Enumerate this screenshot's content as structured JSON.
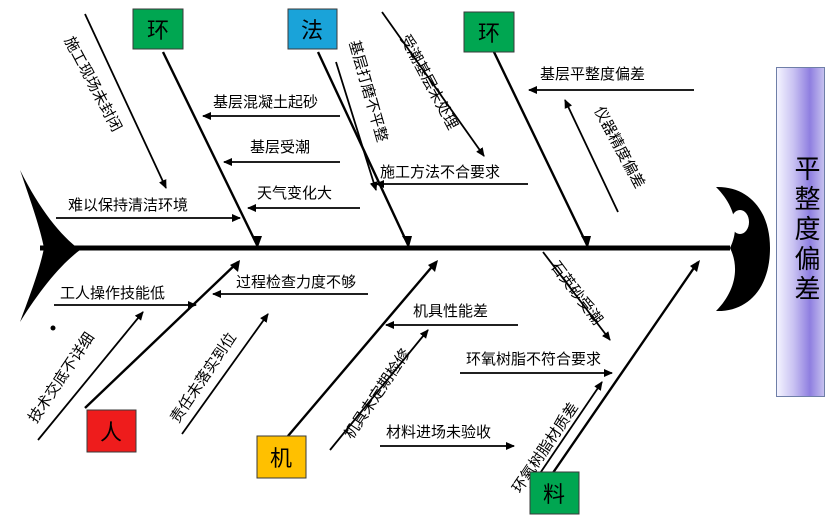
{
  "categories": {
    "env1": {
      "label": "环",
      "color": "#00a651"
    },
    "method": {
      "label": "法",
      "color": "#1aa3d9"
    },
    "env2": {
      "label": "环",
      "color": "#00a651"
    },
    "man": {
      "label": "人",
      "color": "#ee1c1c"
    },
    "machine": {
      "label": "机",
      "color": "#ffc000"
    },
    "material": {
      "label": "料",
      "color": "#00a651"
    }
  },
  "effect": "平整度偏差",
  "causes": {
    "env1_vertical": "施工现场未封闭",
    "env1_a": "基层混凝土起砂",
    "env1_b": "基层受潮",
    "env1_c": "天气变化大",
    "env1_d": "难以保持清洁环境",
    "method_vertical_a": "基层打磨不平整",
    "method_vertical_b": "受潮基层未处理",
    "method_a": "施工方法不合要求",
    "env2_a": "基层平整度偏差",
    "env2_vertical": "仪器精度偏差",
    "man_a": "工人操作技能低",
    "man_b": "过程检查力度不够",
    "man_vertical_a": "技术交底不详细",
    "man_vertical_b": "责任未落实到位",
    "machine_a": "机具性能差",
    "machine_vertical": "机具未定期检修",
    "machine_b": "材料进场未验收",
    "material_vertical_a": "石英砂受潮",
    "material_a": "环氧树脂不符合要求",
    "material_vertical_b": "环氧树脂材质差"
  },
  "colors": {
    "spine": "#000000",
    "box_border": "#4a4a4a"
  }
}
